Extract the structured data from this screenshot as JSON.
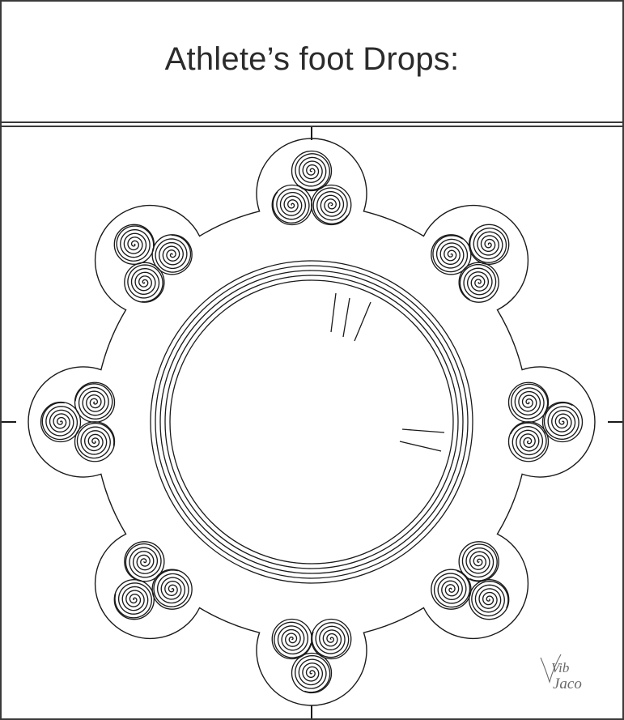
{
  "page": {
    "title": "Athlete’s foot Drops:"
  },
  "colors": {
    "line": "#1a1a1a",
    "frame": "#3a3a3a",
    "background": "#ffffff"
  },
  "signature": {
    "line1": "Vib",
    "line2": "Jaco"
  }
}
